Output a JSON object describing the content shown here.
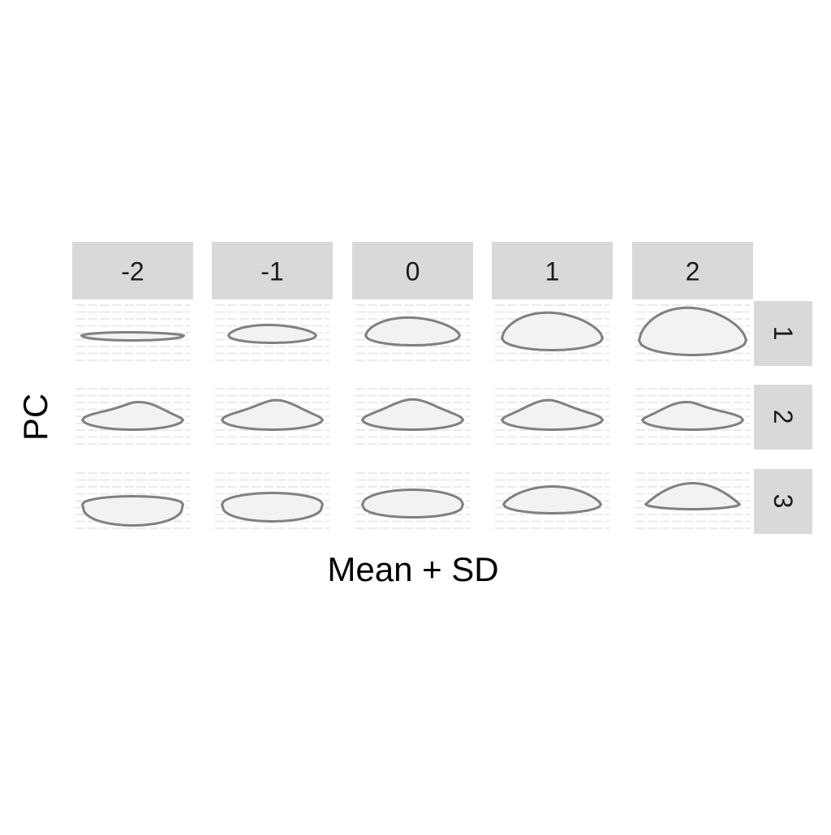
{
  "chart_data": {
    "type": "facet-grid-shapes",
    "title": "",
    "xlabel": "Mean + SD",
    "ylabel": "PC",
    "column_facets": [
      "-2",
      "-1",
      "0",
      "1",
      "2"
    ],
    "row_facets": [
      "1",
      "2",
      "3"
    ],
    "column_sd_values": [
      -2,
      -1,
      0,
      1,
      2
    ],
    "row_pc_values": [
      1,
      2,
      3
    ],
    "shape_fill": "#f2f2f2",
    "shape_stroke": "#808080",
    "panel_grid_color": "#ebebeb",
    "strip_fill": "#d9d9d9"
  }
}
